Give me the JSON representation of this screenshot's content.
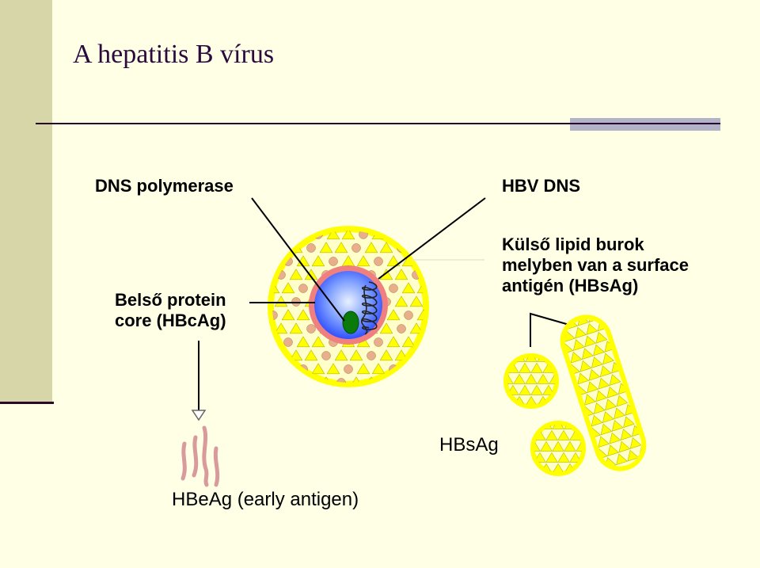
{
  "title": "A hepatitis B vírus",
  "labels": {
    "dns_polymerase": "DNS polymerase",
    "hbv_dns": "HBV DNS",
    "core_line1": "Belső protein",
    "core_line2": "core (HBcAg)",
    "lipid_line1": "Külső lipid burok",
    "lipid_line2": "melyben van a surface",
    "lipid_line3": "antigén (HBsAg)",
    "hbsag": "HBsAg",
    "hbeag": "HBeAg (early antigen)"
  },
  "colors": {
    "envelope_yellow": "#FFFF00",
    "envelope_fill": "#FFFFCC",
    "particle_tan": "#E8B08A",
    "core_pink": "#F08080",
    "core_blue": "#4466FF",
    "polymerase_green": "#008000",
    "hbeag_pink": "#D89A9A"
  }
}
